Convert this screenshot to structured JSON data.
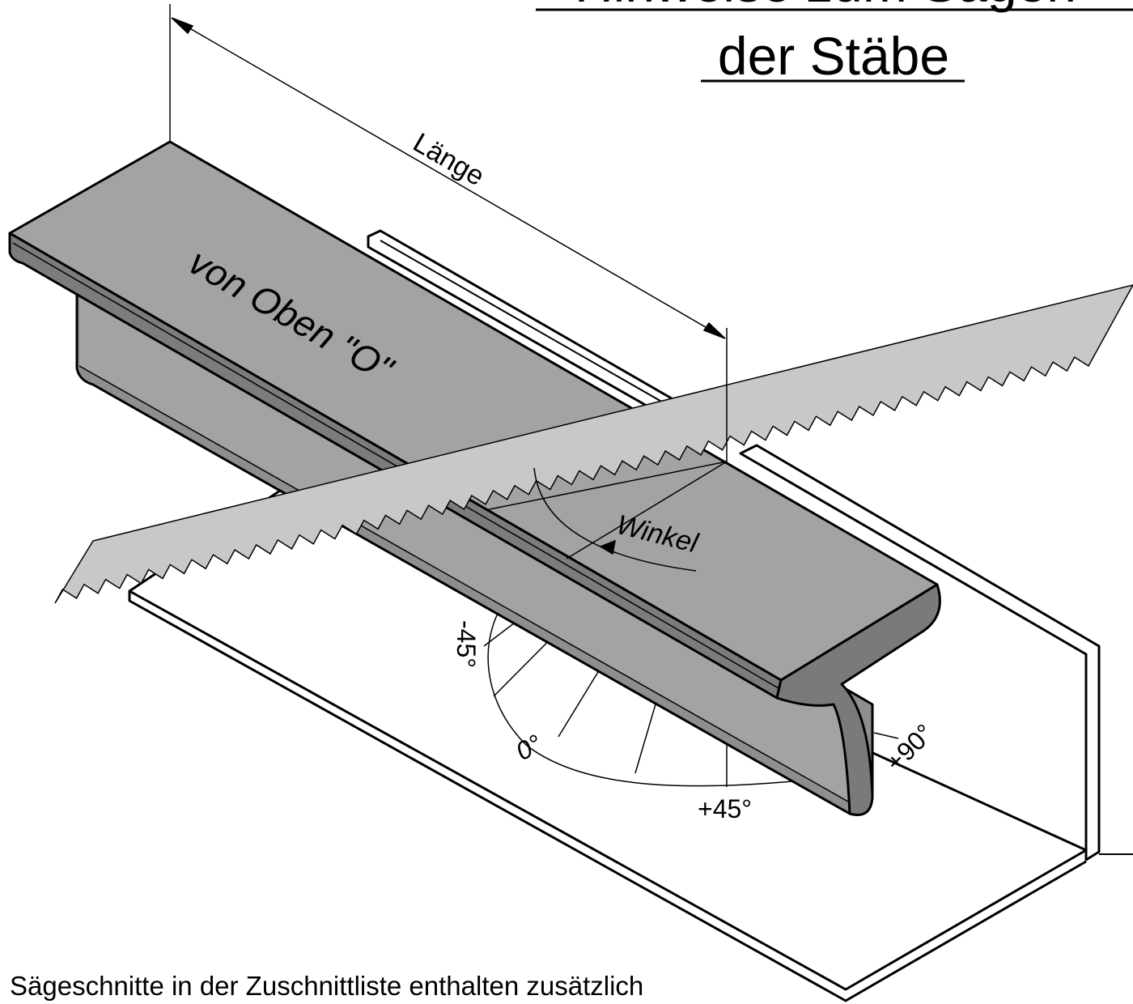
{
  "title": {
    "line1": "Hinweise zum Sägen",
    "line2": "der Stäbe"
  },
  "labels": {
    "length": "Länge",
    "top_view": "von Oben \"O\"",
    "angle": "Winkel"
  },
  "angle_scale": {
    "minus45": "-45°",
    "zero": "0°",
    "plus45": "+45°",
    "plus90": "+90°"
  },
  "note": "Sägeschnitte in der Zuschnittliste enthalten zusätzlich"
}
